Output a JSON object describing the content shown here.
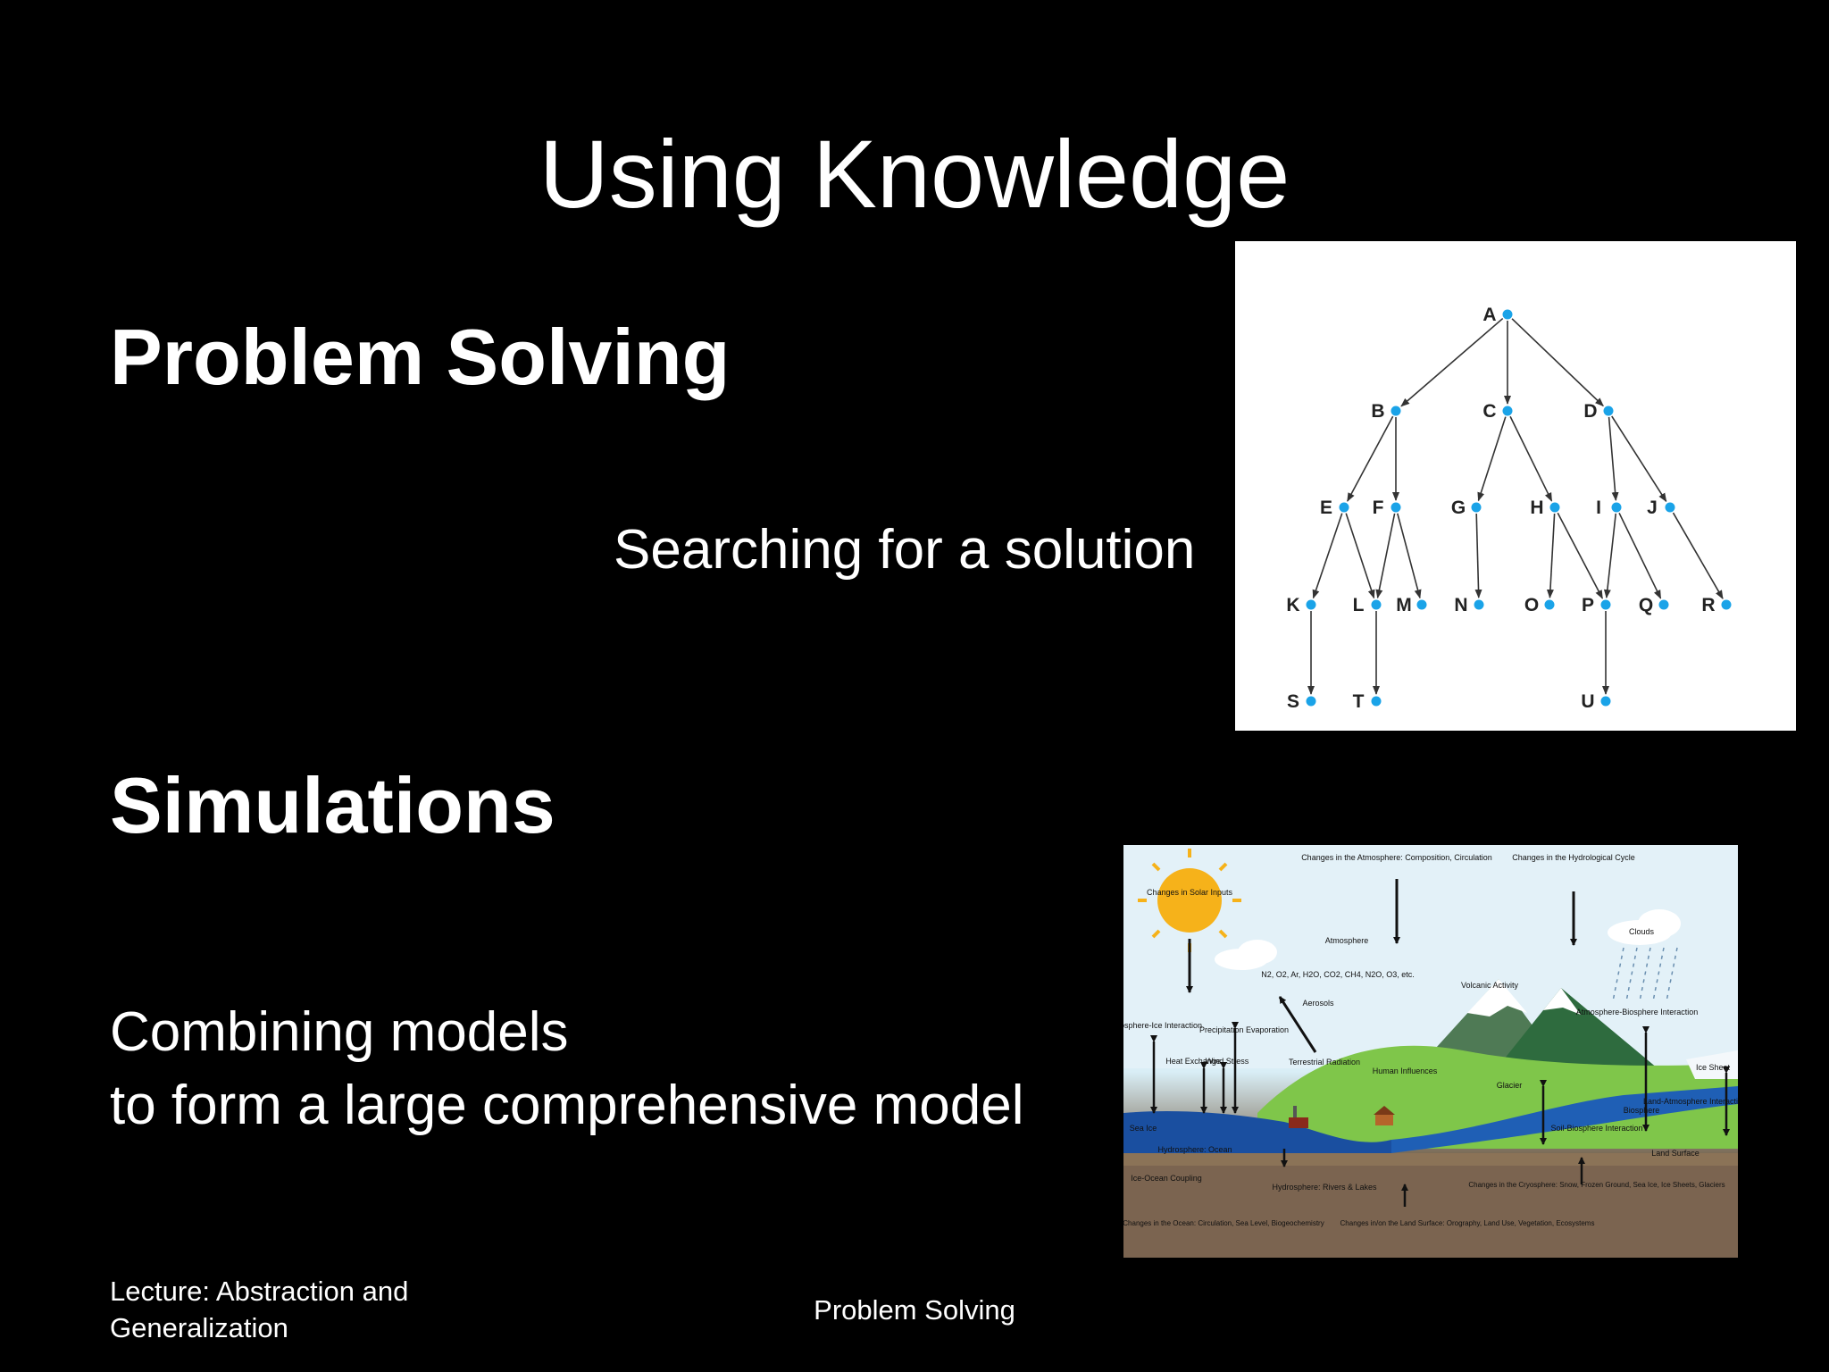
{
  "slide": {
    "title": "Using Knowledge",
    "section1": {
      "heading": "Problem Solving",
      "text": "Searching for a solution"
    },
    "section2": {
      "heading": "Simulations",
      "line1": "Combining models",
      "line2": "to form a large comprehensive model"
    },
    "footer": {
      "lecture_line1": "Lecture: Abstraction and",
      "lecture_line2": "Generalization",
      "center": "Problem Solving"
    }
  },
  "tree": {
    "node_color": "#1aa3e8",
    "nodes": [
      "A",
      "B",
      "C",
      "D",
      "E",
      "F",
      "G",
      "H",
      "I",
      "J",
      "K",
      "L",
      "M",
      "N",
      "O",
      "P",
      "Q",
      "R",
      "S",
      "T",
      "U"
    ]
  },
  "climate": {
    "labels": {
      "sun": "Changes in Solar Inputs",
      "atmos_change": "Changes in the Atmosphere: Composition, Circulation",
      "hydro_change": "Changes in the Hydrological Cycle",
      "atmosphere": "Atmosphere",
      "clouds": "Clouds",
      "gases": "N2, O2, Ar, H2O, CO2, CH4, N2O, O3, etc.",
      "aerosols": "Aerosols",
      "volcanic": "Volcanic Activity",
      "atm_bio": "Atmosphere-Biosphere Interaction",
      "atm_ice": "Atmosphere-Ice Interaction",
      "precip": "Precipitation Evaporation",
      "heat": "Heat Exchange",
      "wind": "Wind Stress",
      "terrestrial": "Terrestrial Radiation",
      "human": "Human Influences",
      "glacier": "Glacier",
      "ice_sheet": "Ice Sheet",
      "sea_ice": "Sea Ice",
      "biosphere": "Biosphere",
      "land_atm": "Land-Atmosphere Interaction",
      "soil_bio": "Soil-Biosphere Interaction",
      "hydro_ocean": "Hydrosphere: Ocean",
      "land_surface": "Land Surface",
      "ice_ocean": "Ice-Ocean Coupling",
      "hydro_rivers": "Hydrosphere: Rivers & Lakes",
      "cryo": "Changes in the Cryosphere: Snow, Frozen Ground, Sea Ice, Ice Sheets, Glaciers",
      "ocean_change": "Changes in the Ocean: Circulation, Sea Level, Biogeochemistry",
      "land_change": "Changes in/on the Land Surface: Orography, Land Use, Vegetation, Ecosystems"
    }
  }
}
